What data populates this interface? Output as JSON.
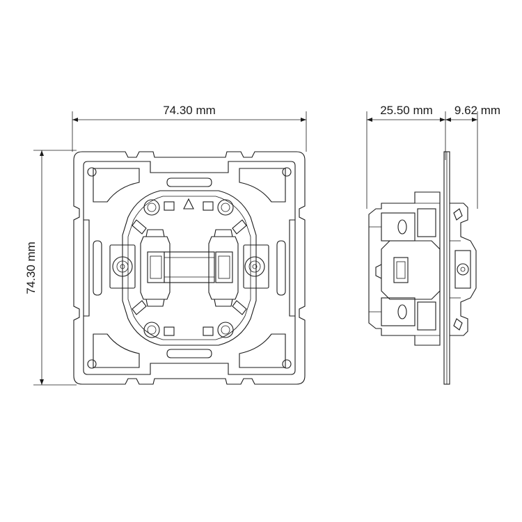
{
  "dimensions": {
    "front_width": "74.30 mm",
    "front_height": "74.30 mm",
    "side_depth_back": "25.50 mm",
    "side_depth_front": "9.62 mm"
  },
  "colors": {
    "line": "#1a1a1a",
    "background": "#ffffff"
  }
}
